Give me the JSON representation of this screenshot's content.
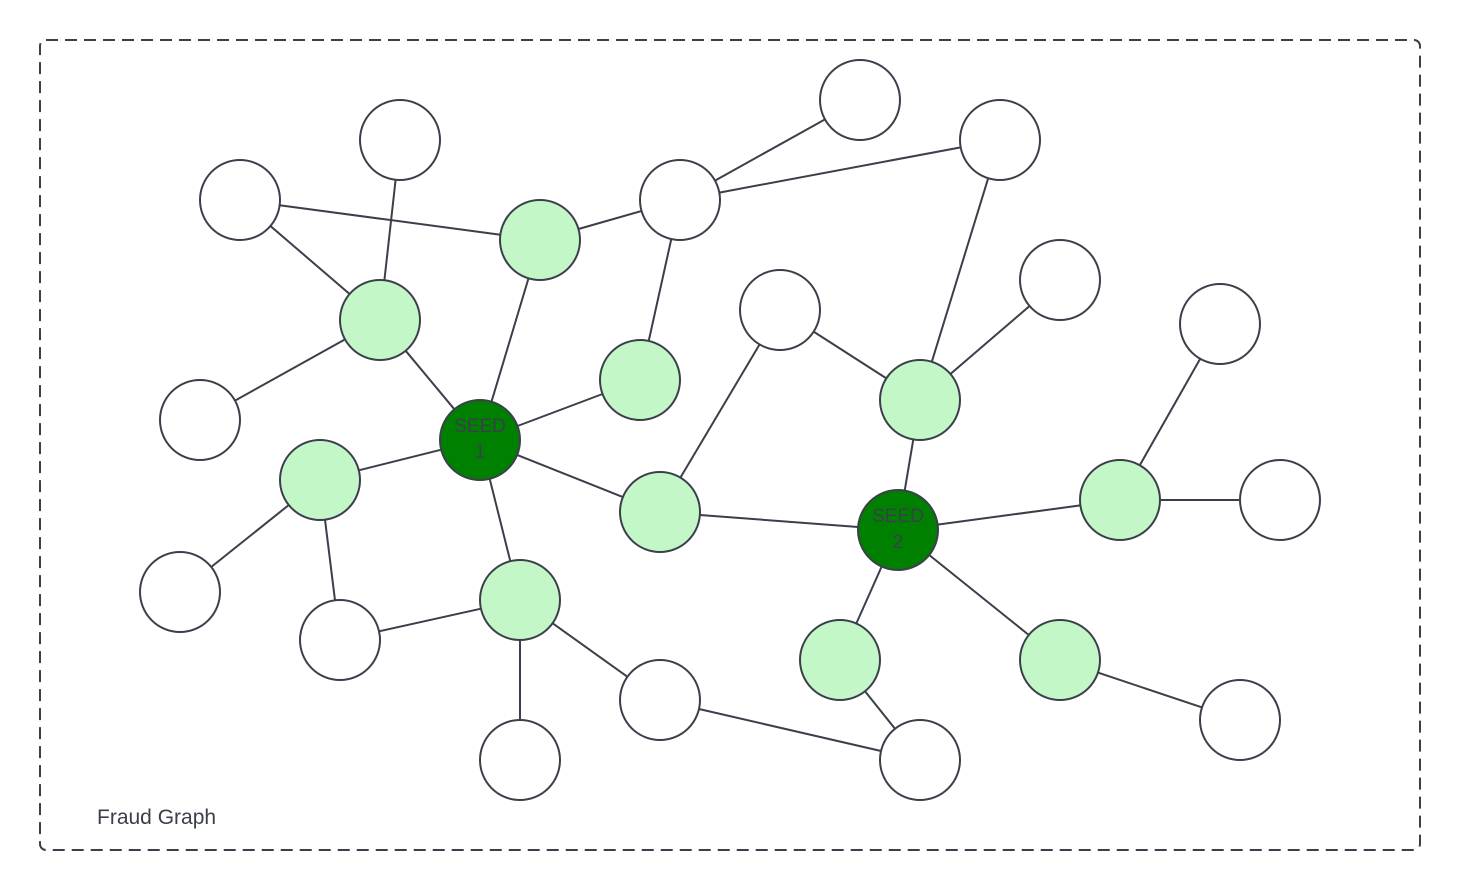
{
  "diagram": {
    "title": "Fraud Graph",
    "colors": {
      "seed": "#008000",
      "first_degree": "#c3f7c8",
      "other": "#ffffff",
      "stroke": "#3b3f4a"
    },
    "seeds": {
      "s1": {
        "line1": "SEED",
        "line2": "1"
      },
      "s2": {
        "line1": "SEED",
        "line2": "2"
      }
    }
  }
}
